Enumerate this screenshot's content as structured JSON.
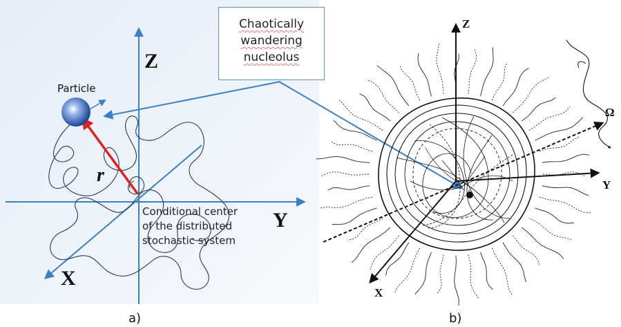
{
  "panel_a": {
    "axis_z": "Z",
    "axis_y": "Y",
    "axis_x": "X",
    "particle_label": "Particle",
    "radius_label": "r",
    "center_label_line1": "Conditional center",
    "center_label_line2": "of the distributed",
    "center_label_line3": "stochastic system",
    "caption": "a)"
  },
  "callout": {
    "line1": "Chaotically",
    "line2": "wandering",
    "line3": "nucleolus"
  },
  "panel_b": {
    "axis_z": "Z",
    "axis_y": "Y",
    "axis_x": "X",
    "axis_omega": "Ω",
    "caption": "b)"
  },
  "colors": {
    "axis_blue": "#3b7fc4",
    "radius_red": "#e0201c",
    "particle_blue": "#2a5aa8",
    "callout_border": "#5b8fc5",
    "ink": "#111111"
  }
}
